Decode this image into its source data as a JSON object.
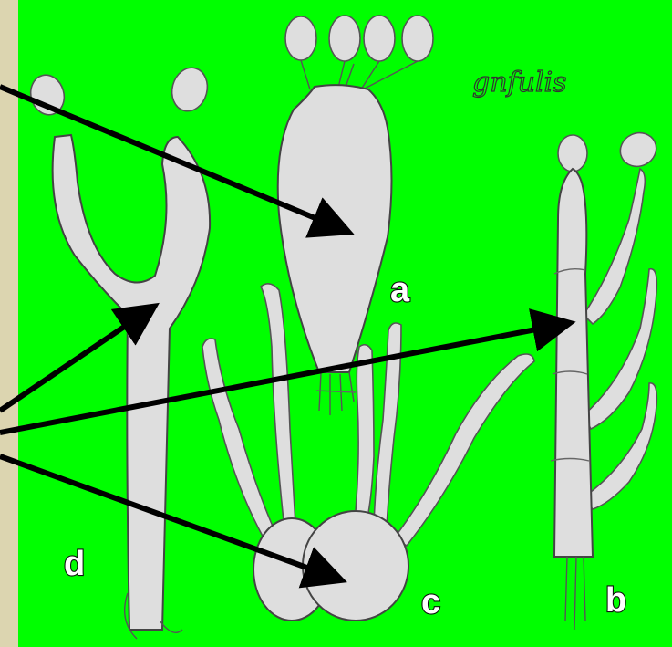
{
  "colors": {
    "frame": "#dcd5b0",
    "background": "#00ff00",
    "cell_fill": "#dedede",
    "outline": "#444444",
    "arrow": "#000000"
  },
  "labels": {
    "a": "a",
    "b": "b",
    "c": "c",
    "d": "d"
  },
  "signature": "gnfulis"
}
